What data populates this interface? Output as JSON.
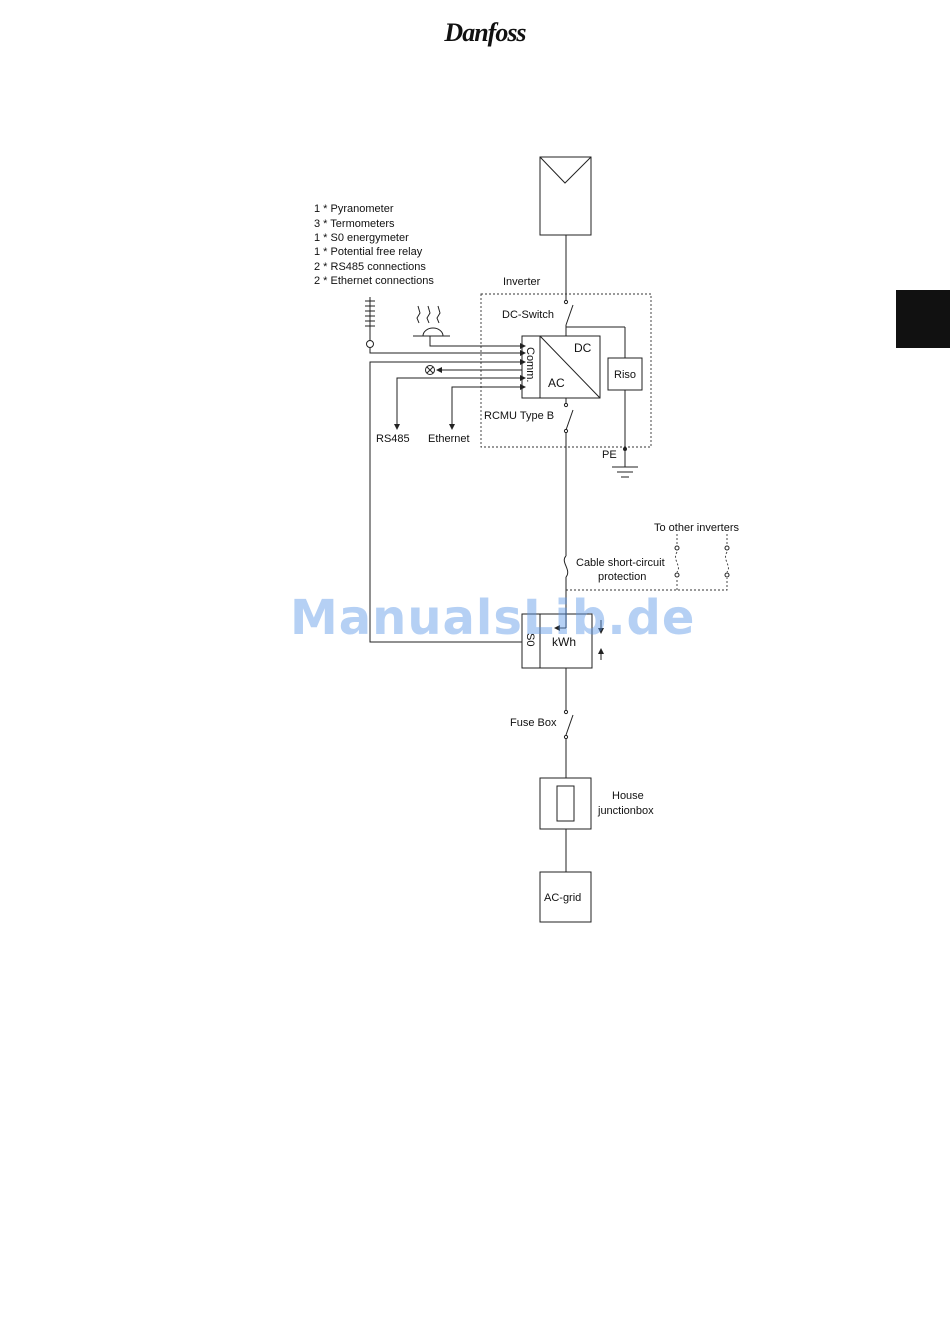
{
  "brand": {
    "logo_text": "Danfoss"
  },
  "watermark": "ManualsLib.de",
  "diagram": {
    "legend": [
      "1 * Pyranometer",
      "3 * Termometers",
      "1 * S0 energymeter",
      "1 * Potential free relay",
      "2 * RS485 connections",
      "2 * Ethernet connections"
    ],
    "inverter_label": "Inverter",
    "dc_switch": "DC-Switch",
    "comm": "Comm.",
    "dc": "DC",
    "ac": "AC",
    "riso": "Riso",
    "rcmu": "RCMU Type B",
    "rs485": "RS485",
    "ethernet": "Ethernet",
    "pe": "PE",
    "to_other_inverters": "To other inverters",
    "cable_protection_line1": "Cable short-circuit",
    "cable_protection_line2": "protection",
    "s0": "S0",
    "kwh": "kWh",
    "fuse_box": "Fuse Box",
    "house_line1": "House",
    "house_line2": "junctionbox",
    "ac_grid": "AC-grid"
  }
}
